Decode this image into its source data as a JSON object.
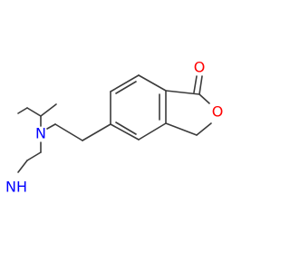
{
  "molecule": {
    "atoms": {
      "carbonyl_oxygen": {
        "label": "O",
        "color": "#ff0000"
      },
      "ring_oxygen": {
        "label": "O",
        "color": "#ff0000"
      },
      "piperazine_nitrogen": {
        "label": "N",
        "color": "#0000ff"
      },
      "amine_nitrogen": {
        "label": "NH",
        "color": "#0000ff"
      }
    },
    "bond_color": "#3b3b3b"
  }
}
